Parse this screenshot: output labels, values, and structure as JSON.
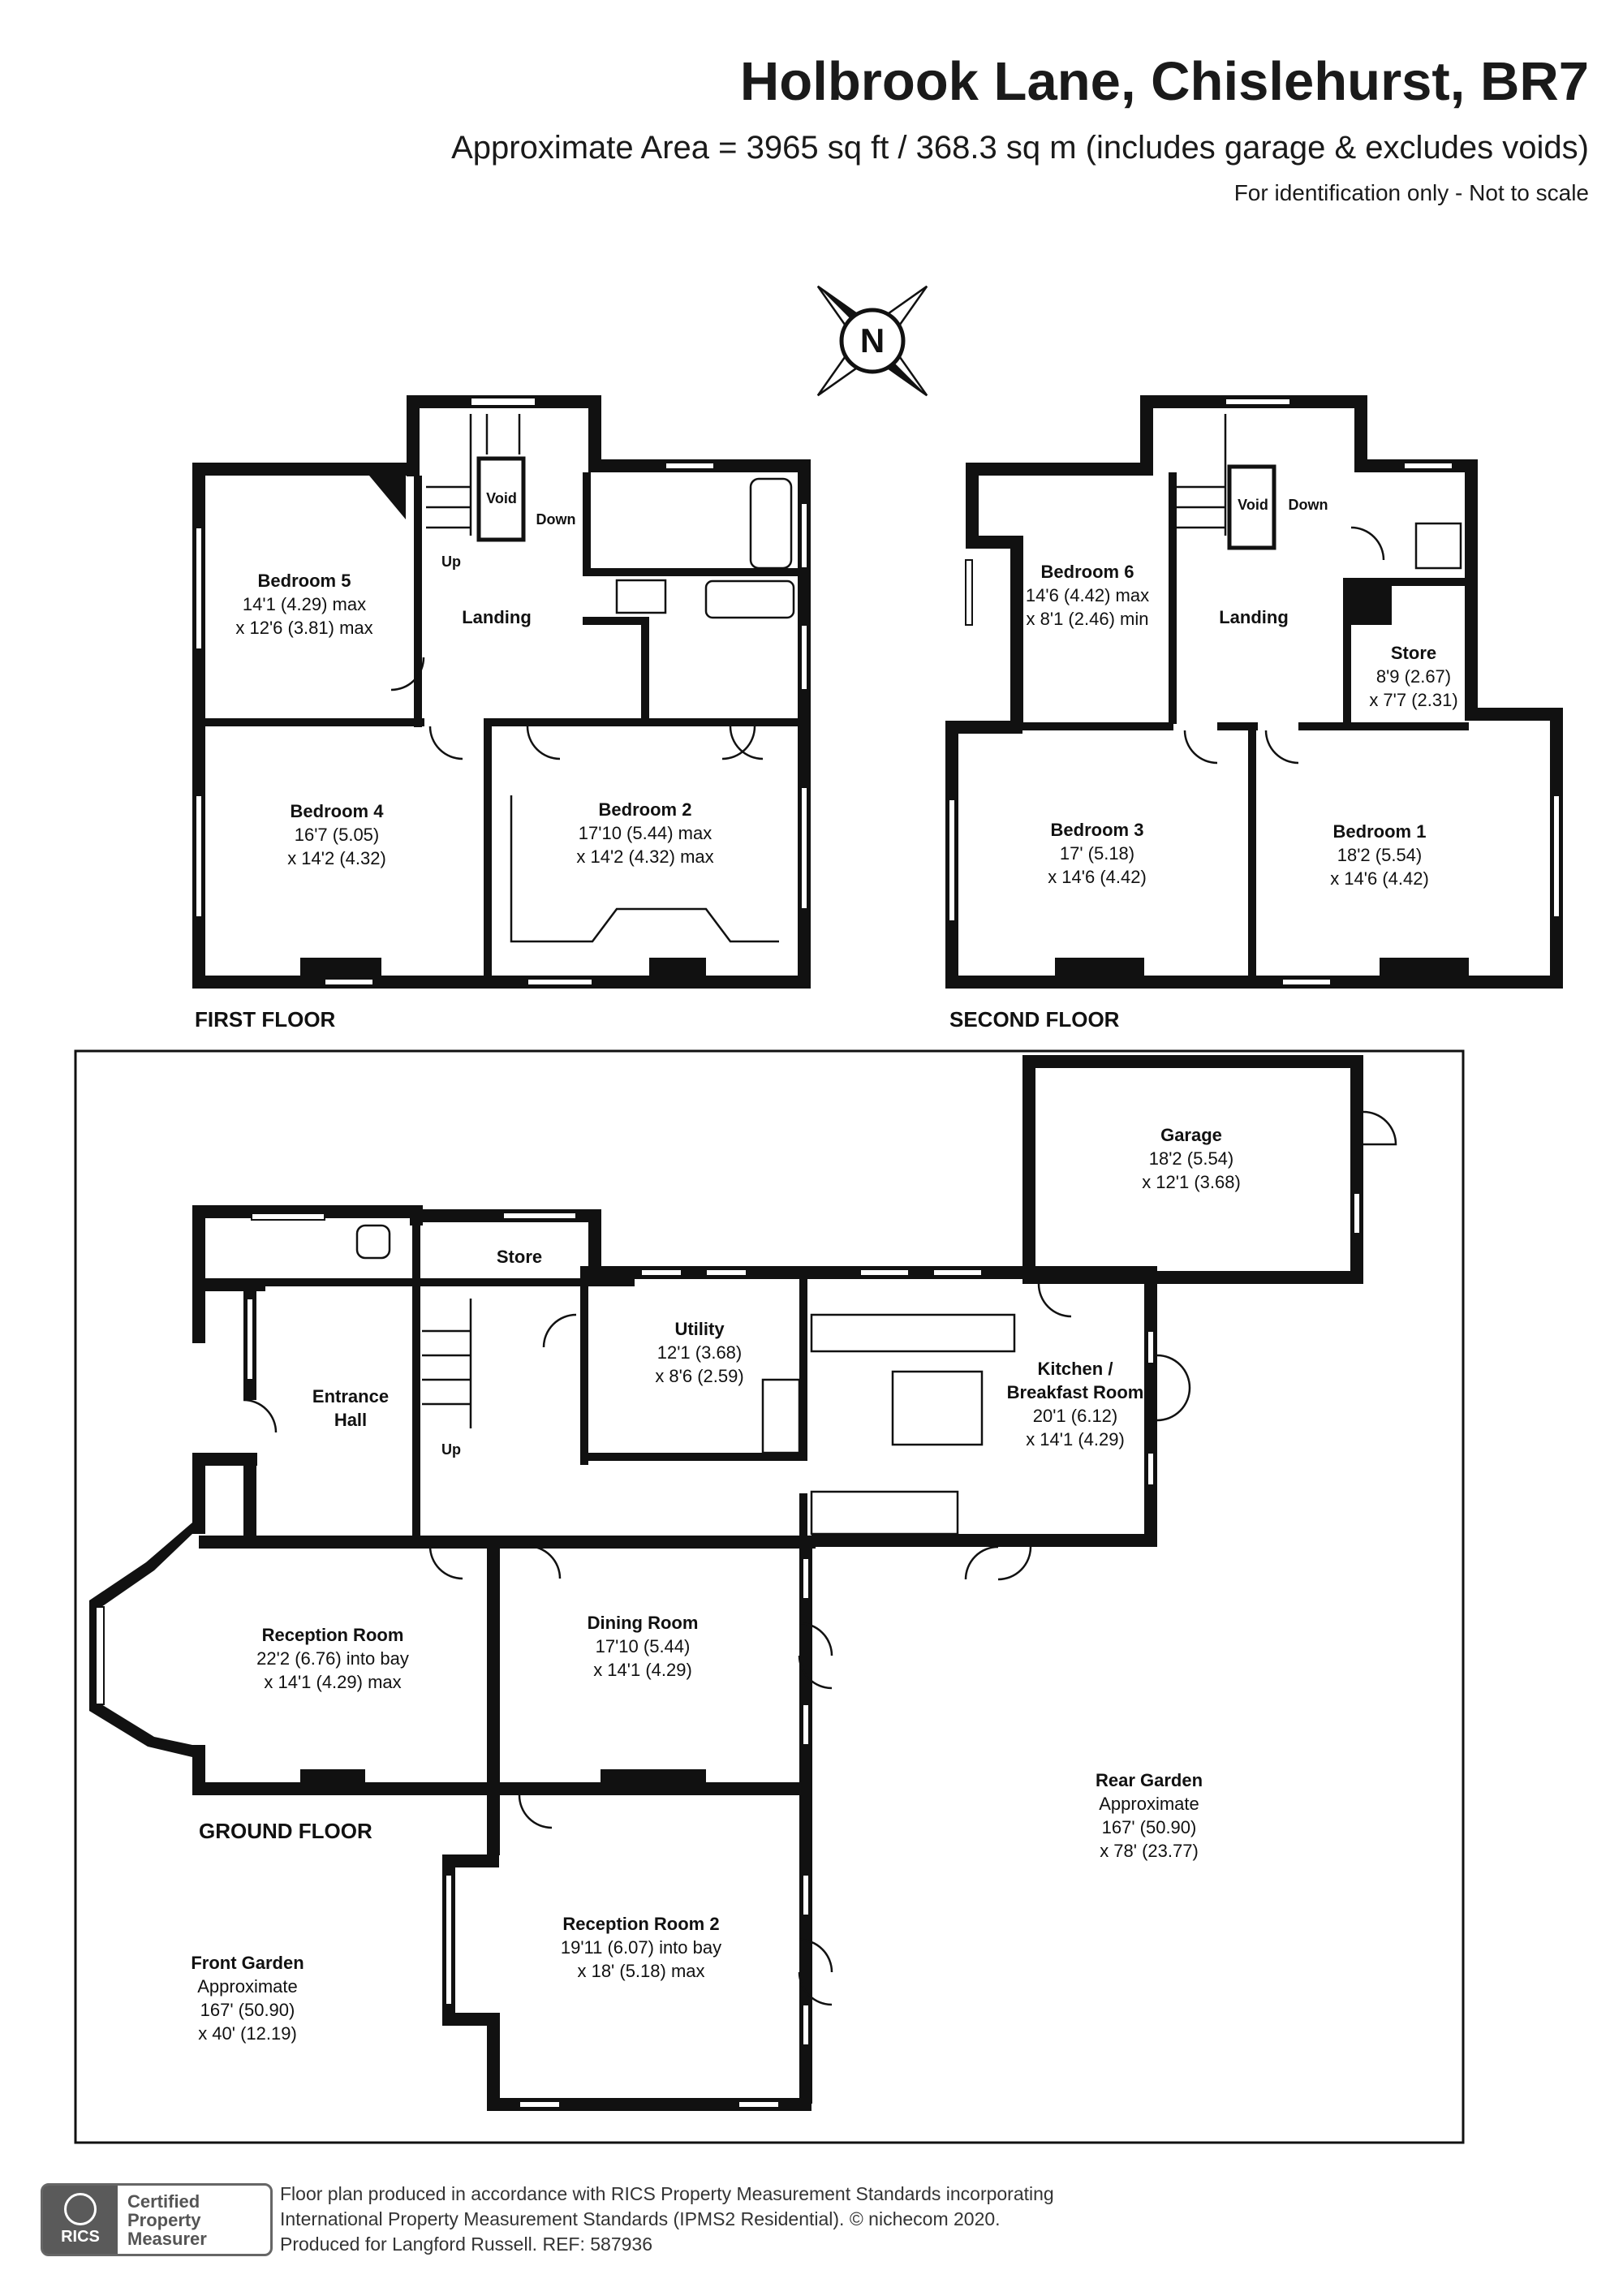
{
  "header": {
    "title": "Holbrook Lane, Chislehurst, BR7",
    "area": "Approximate Area = 3965 sq ft / 368.3 sq m (includes garage & excludes voids)",
    "note": "For identification only - Not to scale"
  },
  "compass": {
    "letter": "N"
  },
  "floors": {
    "first": "FIRST FLOOR",
    "second": "SECOND FLOOR",
    "ground": "GROUND FLOOR"
  },
  "rooms": {
    "bedroom5": {
      "name": "Bedroom 5",
      "dim1": "14'1 (4.29) max",
      "dim2": "x 12'6 (3.81) max"
    },
    "landing1": {
      "name": "Landing"
    },
    "void1": "Void",
    "down1": "Down",
    "up1": "Up",
    "bedroom4": {
      "name": "Bedroom 4",
      "dim1": "16'7 (5.05)",
      "dim2": "x 14'2 (4.32)"
    },
    "bedroom2": {
      "name": "Bedroom 2",
      "dim1": "17'10 (5.44) max",
      "dim2": "x 14'2 (4.32) max"
    },
    "bedroom6": {
      "name": "Bedroom 6",
      "dim1": "14'6 (4.42) max",
      "dim2": "x 8'1 (2.46) min"
    },
    "landing2": {
      "name": "Landing"
    },
    "void2": "Void",
    "down2": "Down",
    "store2": {
      "name": "Store",
      "dim1": "8'9 (2.67)",
      "dim2": "x 7'7 (2.31)"
    },
    "bedroom3": {
      "name": "Bedroom 3",
      "dim1": "17' (5.18)",
      "dim2": "x 14'6 (4.42)"
    },
    "bedroom1": {
      "name": "Bedroom 1",
      "dim1": "18'2 (5.54)",
      "dim2": "x 14'6 (4.42)"
    },
    "garage": {
      "name": "Garage",
      "dim1": "18'2 (5.54)",
      "dim2": "x 12'1 (3.68)"
    },
    "store0": {
      "name": "Store"
    },
    "entrance": {
      "name1": "Entrance",
      "name2": "Hall"
    },
    "up0": "Up",
    "utility": {
      "name": "Utility",
      "dim1": "12'1 (3.68)",
      "dim2": "x 8'6 (2.59)"
    },
    "kitchen": {
      "name1": "Kitchen /",
      "name2": "Breakfast Room",
      "dim1": "20'1 (6.12)",
      "dim2": "x 14'1 (4.29)"
    },
    "reception": {
      "name": "Reception Room",
      "dim1": "22'2 (6.76) into bay",
      "dim2": "x 14'1 (4.29) max"
    },
    "dining": {
      "name": "Dining Room",
      "dim1": "17'10 (5.44)",
      "dim2": "x 14'1 (4.29)"
    },
    "reception2": {
      "name": "Reception Room 2",
      "dim1": "19'11 (6.07) into bay",
      "dim2": "x 18' (5.18) max"
    },
    "rear_garden": {
      "name": "Rear Garden",
      "l1": "Approximate",
      "l2": "167' (50.90)",
      "l3": "x 78' (23.77)"
    },
    "front_garden": {
      "name": "Front Garden",
      "l1": "Approximate",
      "l2": "167' (50.90)",
      "l3": "x 40' (12.19)"
    }
  },
  "badge": {
    "rics": "RICS",
    "line1": "Certified",
    "line2": "Property",
    "line3": "Measurer"
  },
  "footer": {
    "line1": "Floor plan produced in accordance with RICS Property Measurement Standards incorporating",
    "line2": "International Property Measurement Standards (IPMS2 Residential).   © nichecom 2020.",
    "line3": "Produced for Langford Russell.   REF: 587936"
  }
}
